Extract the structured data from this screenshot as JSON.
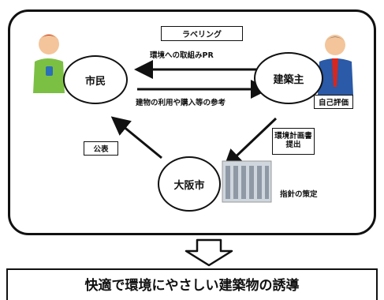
{
  "nodes": {
    "citizen": "市民",
    "owner": "建築主",
    "osaka": "大阪市"
  },
  "labels": {
    "labeling": "ラベリング",
    "pr": "環境への取組みPR",
    "reference": "建物の利用や購入等の参考",
    "self_eval": "自己評価",
    "env_plan_line1": "環境計画書",
    "env_plan_line2": "提出",
    "publish": "公表",
    "policy": "指針の策定"
  },
  "conclusion": "快適で環境にやさしい建築物の誘導",
  "icons": [
    "citizen-person-icon",
    "owner-businessman-icon",
    "building-icon",
    "down-arrow-icon"
  ]
}
